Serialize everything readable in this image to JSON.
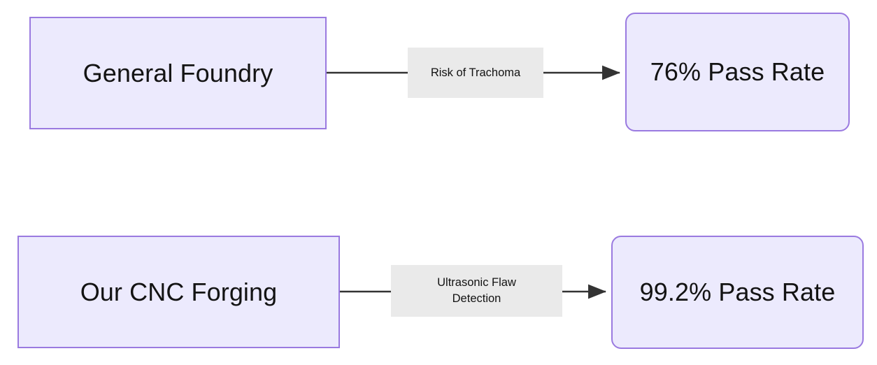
{
  "diagram": {
    "type": "flowchart",
    "orientation": "left-to-right",
    "background_color": "#ffffff",
    "node_fill_color": "#ECEAFD",
    "node_border_color": "#9A7AE0",
    "edge_color": "#333333",
    "edge_label_background": "#EAEAEA",
    "text_color": "#131313",
    "nodes": [
      {
        "id": "general-foundry",
        "label": "General Foundry",
        "shape": "rectangle",
        "row": 1,
        "column": "left"
      },
      {
        "id": "pass-rate-76",
        "label": "76% Pass Rate",
        "shape": "rounded-rectangle",
        "row": 1,
        "column": "right"
      },
      {
        "id": "our-cnc-forging",
        "label": "Our CNC Forging",
        "shape": "rectangle",
        "row": 2,
        "column": "left"
      },
      {
        "id": "pass-rate-99-2",
        "label": "99.2% Pass Rate",
        "shape": "rounded-rectangle",
        "row": 2,
        "column": "right"
      }
    ],
    "edges": [
      {
        "id": "edge-risk-of-trachoma",
        "from": "general-foundry",
        "to": "pass-rate-76",
        "label_lines": [
          "Risk of Trachoma"
        ],
        "arrowhead": "filled-triangle"
      },
      {
        "id": "edge-ultrasonic-flaw-detection",
        "from": "our-cnc-forging",
        "to": "pass-rate-99-2",
        "label_lines": [
          "Ultrasonic Flaw",
          "Detection"
        ],
        "arrowhead": "filled-triangle"
      }
    ]
  }
}
